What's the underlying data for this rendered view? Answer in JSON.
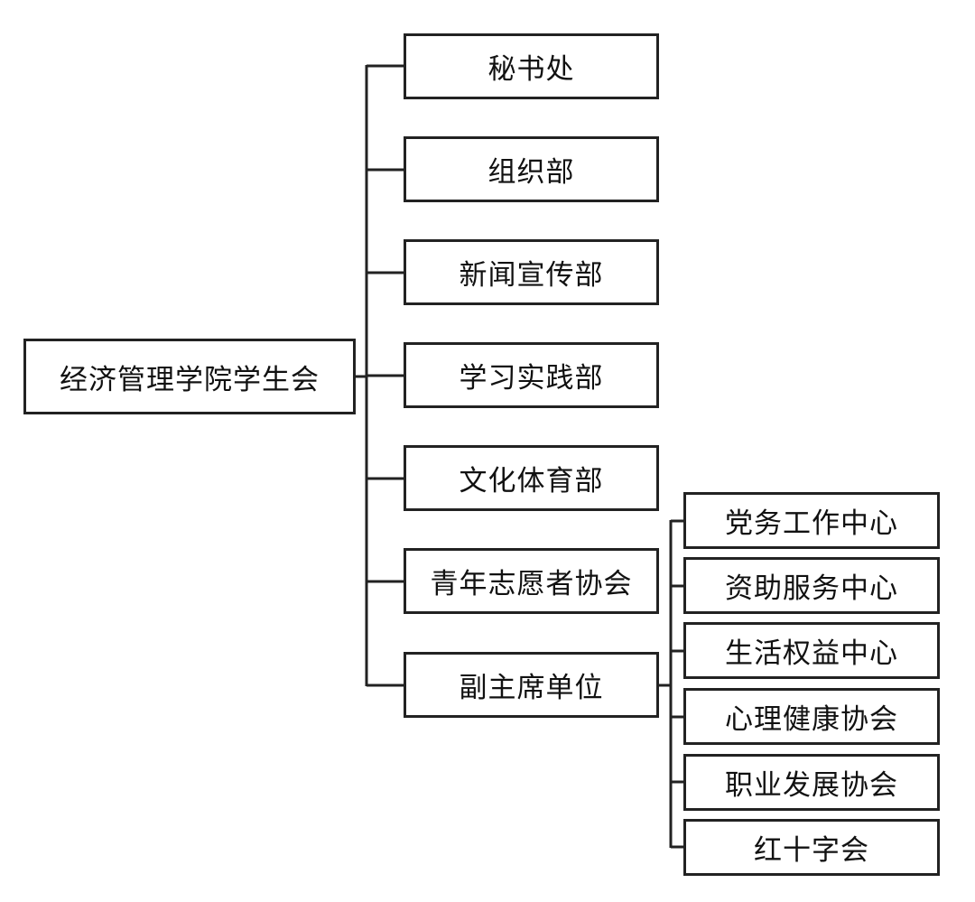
{
  "diagram": {
    "root": {
      "label": "经济管理学院学生会"
    },
    "departments": [
      {
        "label": "秘书处"
      },
      {
        "label": "组织部"
      },
      {
        "label": "新闻宣传部"
      },
      {
        "label": "学习实践部"
      },
      {
        "label": "文化体育部"
      },
      {
        "label": "青年志愿者协会"
      },
      {
        "label": "副主席单位"
      }
    ],
    "vice_chair_units": [
      {
        "label": "党务工作中心"
      },
      {
        "label": "资助服务中心"
      },
      {
        "label": "生活权益中心"
      },
      {
        "label": "心理健康协会"
      },
      {
        "label": "职业发展协会"
      },
      {
        "label": "红十字会"
      }
    ]
  },
  "style": {
    "line_color": "#222222",
    "box_border_color": "#222222",
    "text_color": "#111111",
    "background": "#ffffff"
  }
}
